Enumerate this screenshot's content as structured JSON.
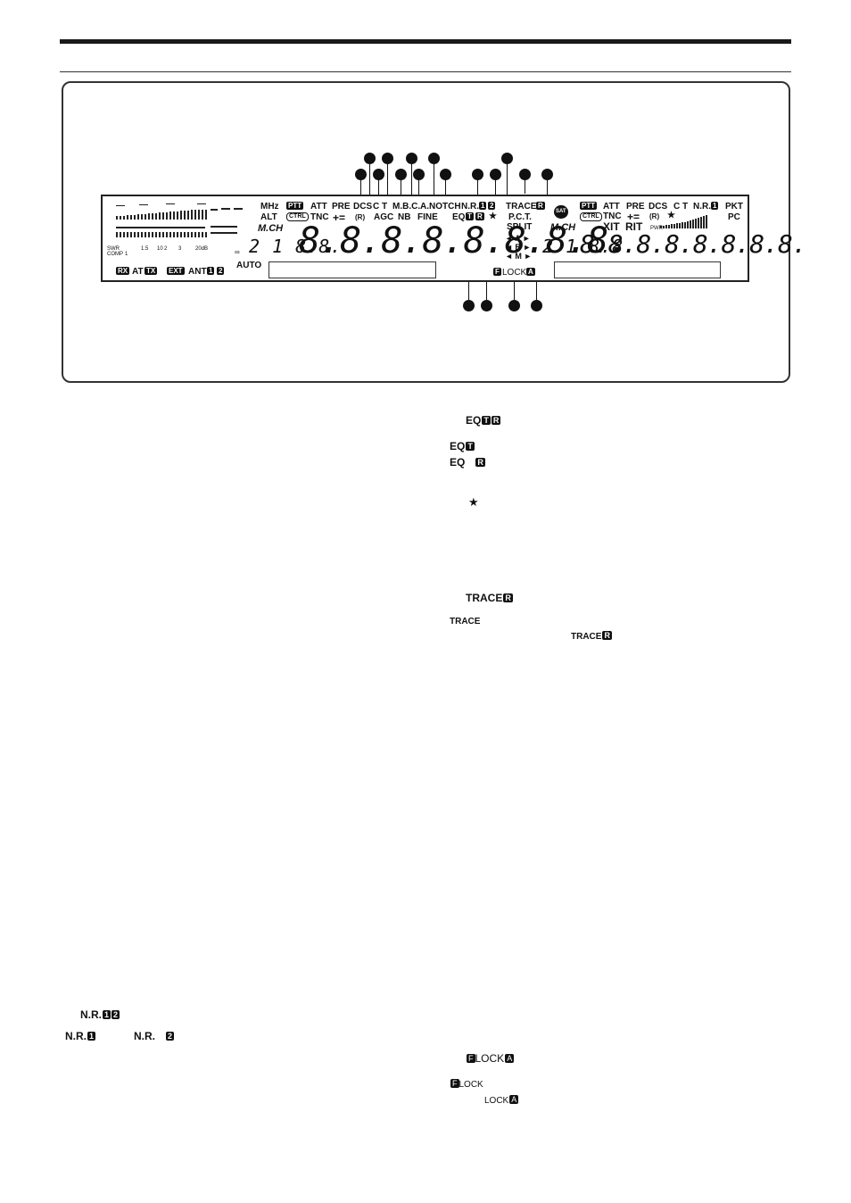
{
  "display": {
    "meter": {
      "swr_label": "SWR",
      "comp_label": "COMP",
      "scale": [
        "1",
        "1.5",
        "10",
        "2",
        "3",
        "20dB",
        "∞"
      ],
      "rx_badge": "RX",
      "at_label": "AT",
      "tx_badge": "TX",
      "ext_badge": "EXT",
      "ant_label": "ANT",
      "ant1_badge": "1",
      "ant2_badge": "2",
      "auto_label": "AUTO"
    },
    "main": {
      "mhz": "MHz",
      "alt": "ALT",
      "ptt_badge": "PTT",
      "ctrl_badge": "CTRL",
      "att": "ATT",
      "pre": "PRE",
      "tnc": "TNC",
      "plus_eq": "+=",
      "dcs": "DCS",
      "ct": "C T",
      "r_mark": "(R)",
      "agc": "AGC",
      "mbc": "M.B.C.",
      "nb": "NB",
      "anotch": "A.NOTCH",
      "fine": "FINE",
      "nr": "N.R.",
      "nr1_badge": "1",
      "nr2_badge": "2",
      "eq": "EQ",
      "eq_t_badge": "T",
      "eq_r_badge": "R",
      "star": "★",
      "trace": "TRACE",
      "trace_r_badge": "R",
      "pct": "P.C.T.",
      "split": "SPLIT",
      "mch": "M.CH",
      "small_digits": "2 1 8.8.",
      "big_digits": "8.8.8.8.8.8.8.8.",
      "vfo_a": "◄ A ►",
      "vfo_b": "◄ B ►",
      "vfo_m": "◄ M ►",
      "f_badge": "F",
      "lock": "LOCK",
      "a_badge": "A"
    },
    "sub": {
      "sat_badge": "SAT",
      "ptt_badge": "PTT",
      "ctrl_badge": "CTRL",
      "att": "ATT",
      "pre": "PRE",
      "dcs": "DCS",
      "ct": "C T",
      "nr": "N.R.",
      "nr1_badge": "1",
      "pkt": "PKT",
      "tnc": "TNC",
      "plus_eq": "+=",
      "r_mark": "(R)",
      "star": "★",
      "pc": "PC",
      "xit": "XIT",
      "rit": "RIT",
      "pwr": "PWR",
      "mch": "M.CH",
      "small_digits": "2 1 8.8.",
      "big_digits": "8.8.8.8.8.8.8.8."
    }
  },
  "body_text": {
    "eq_heading": "EQ",
    "eq_t": "EQ",
    "eq_r": "EQ",
    "star": "★",
    "trace_heading": "TRACE",
    "trace_plain": "TRACE",
    "trace_inline": "TRACE",
    "nr_heading": "N.R.",
    "nr1": "N.R.",
    "nr2": "N.R.",
    "flock_heading": "LOCK",
    "flock_small": "LOCK",
    "lock_small": "LOCK",
    "badge_t": "T",
    "badge_r": "R",
    "badge_1": "1",
    "badge_2": "2",
    "badge_f": "F",
    "badge_a": "A"
  },
  "colors": {
    "ink": "#111111",
    "paper": "#ffffff"
  }
}
